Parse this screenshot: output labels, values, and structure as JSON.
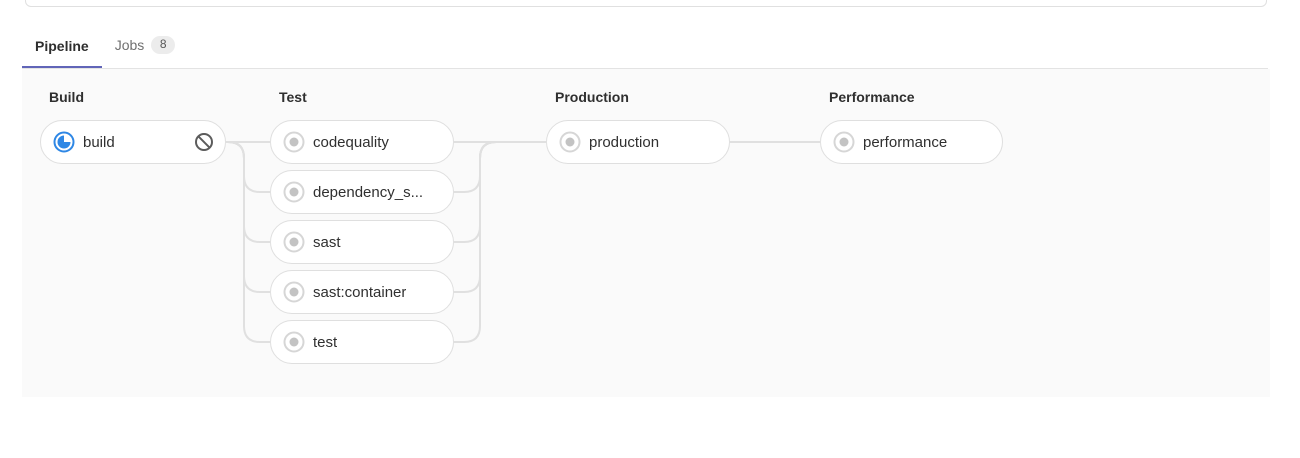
{
  "tabs": {
    "pipeline_label": "Pipeline",
    "jobs_label": "Jobs",
    "jobs_count": "8"
  },
  "stages": [
    {
      "label": "Build",
      "jobs": [
        {
          "name": "build",
          "status": "running",
          "action": "cancel"
        }
      ]
    },
    {
      "label": "Test",
      "jobs": [
        {
          "name": "codequality",
          "status": "created"
        },
        {
          "name": "dependency_s...",
          "status": "created"
        },
        {
          "name": "sast",
          "status": "created"
        },
        {
          "name": "sast:container",
          "status": "created"
        },
        {
          "name": "test",
          "status": "created"
        }
      ]
    },
    {
      "label": "Production",
      "jobs": [
        {
          "name": "production",
          "status": "created"
        }
      ]
    },
    {
      "label": "Performance",
      "jobs": [
        {
          "name": "performance",
          "status": "created"
        }
      ]
    }
  ],
  "colors": {
    "accent_tab_underline": "#6165b8",
    "status_running": "#2e87e5",
    "status_created_ring": "#d6d6d6",
    "status_created_dot": "#c3c3c3",
    "cancel_icon": "#5c5c5c",
    "connector_line": "#e0e0e0",
    "graph_background": "#fafafa",
    "pill_border": "#dfdfdf",
    "badge_background": "#ececec"
  }
}
